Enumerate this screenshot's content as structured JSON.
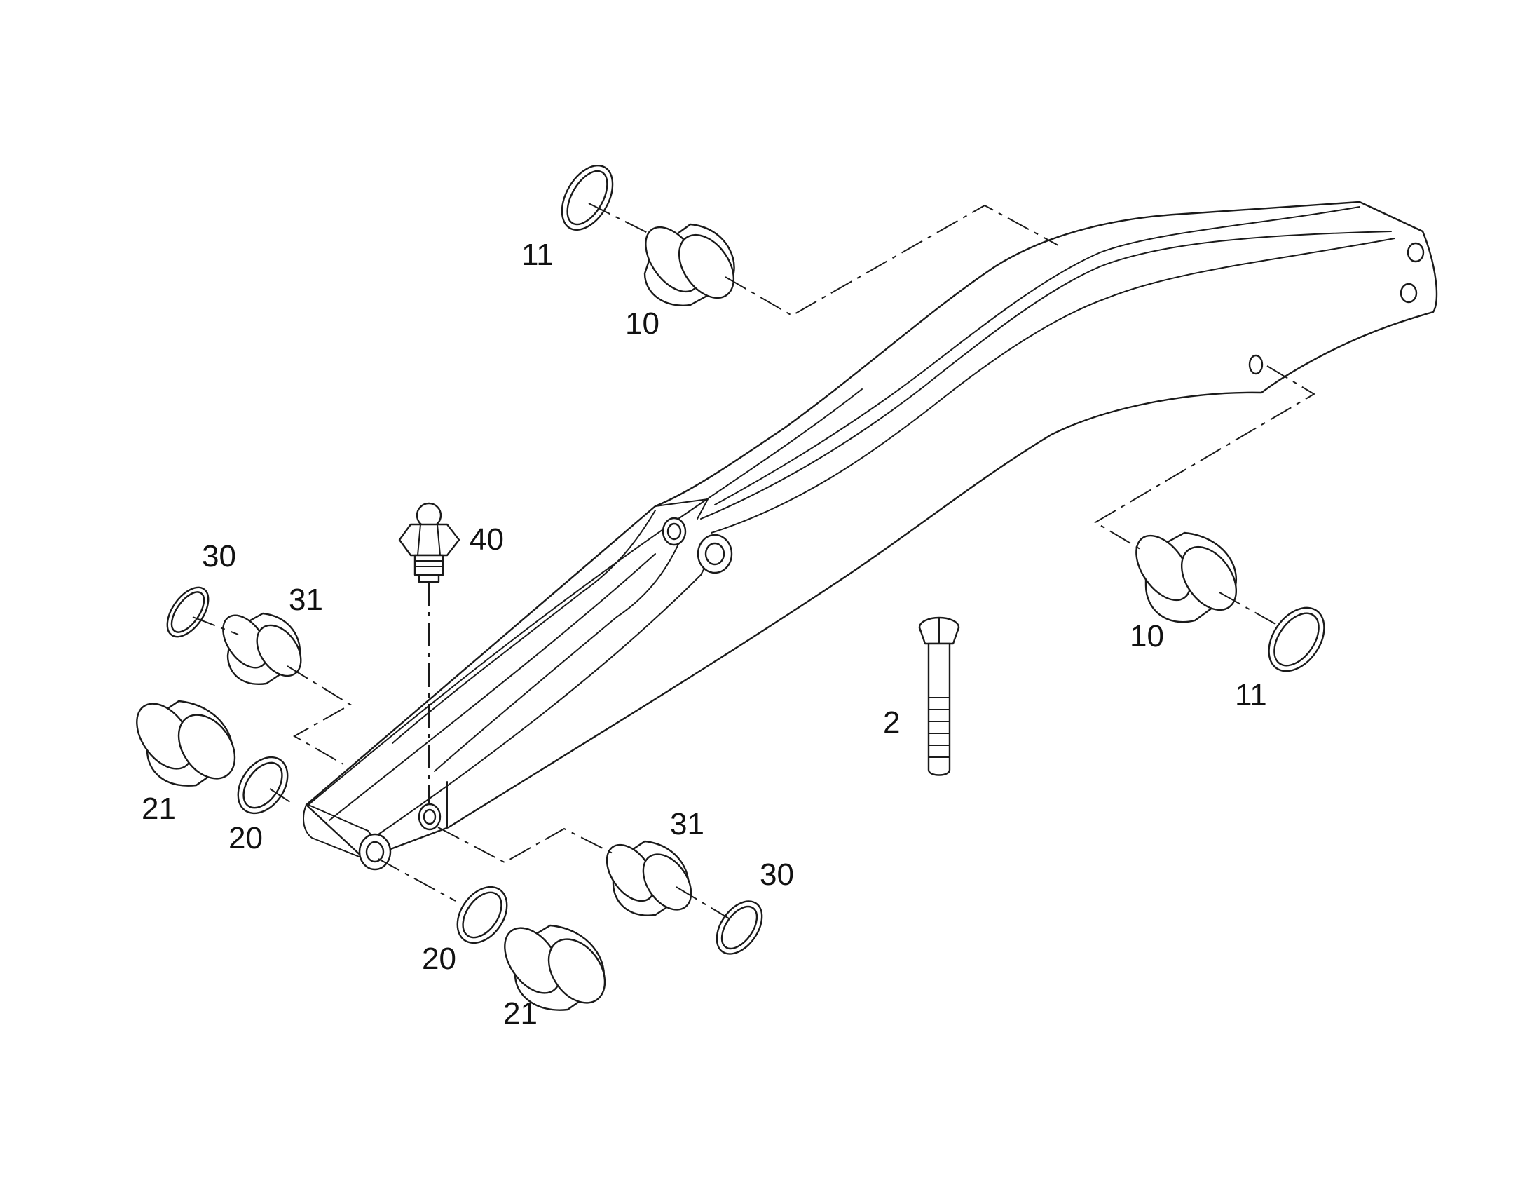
{
  "callouts": [
    {
      "id": "c11a",
      "text": "11"
    },
    {
      "id": "c10a",
      "text": "10"
    },
    {
      "id": "c40",
      "text": "40"
    },
    {
      "id": "c30a",
      "text": "30"
    },
    {
      "id": "c31a",
      "text": "31"
    },
    {
      "id": "c21a",
      "text": "21"
    },
    {
      "id": "c20a",
      "text": "20"
    },
    {
      "id": "c2",
      "text": "2"
    },
    {
      "id": "c10b",
      "text": "10"
    },
    {
      "id": "c11b",
      "text": "11"
    },
    {
      "id": "c31b",
      "text": "31"
    },
    {
      "id": "c30b",
      "text": "30"
    },
    {
      "id": "c20b",
      "text": "20"
    },
    {
      "id": "c21b",
      "text": "21"
    }
  ]
}
